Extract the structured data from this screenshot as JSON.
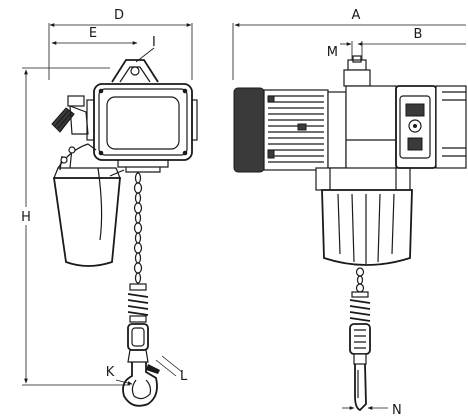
{
  "figure": {
    "dimension_labels": {
      "D": "D",
      "E": "E",
      "I": "I",
      "H": "H",
      "K": "K",
      "L": "L",
      "A": "A",
      "M": "M",
      "B": "B",
      "N": "N"
    }
  }
}
